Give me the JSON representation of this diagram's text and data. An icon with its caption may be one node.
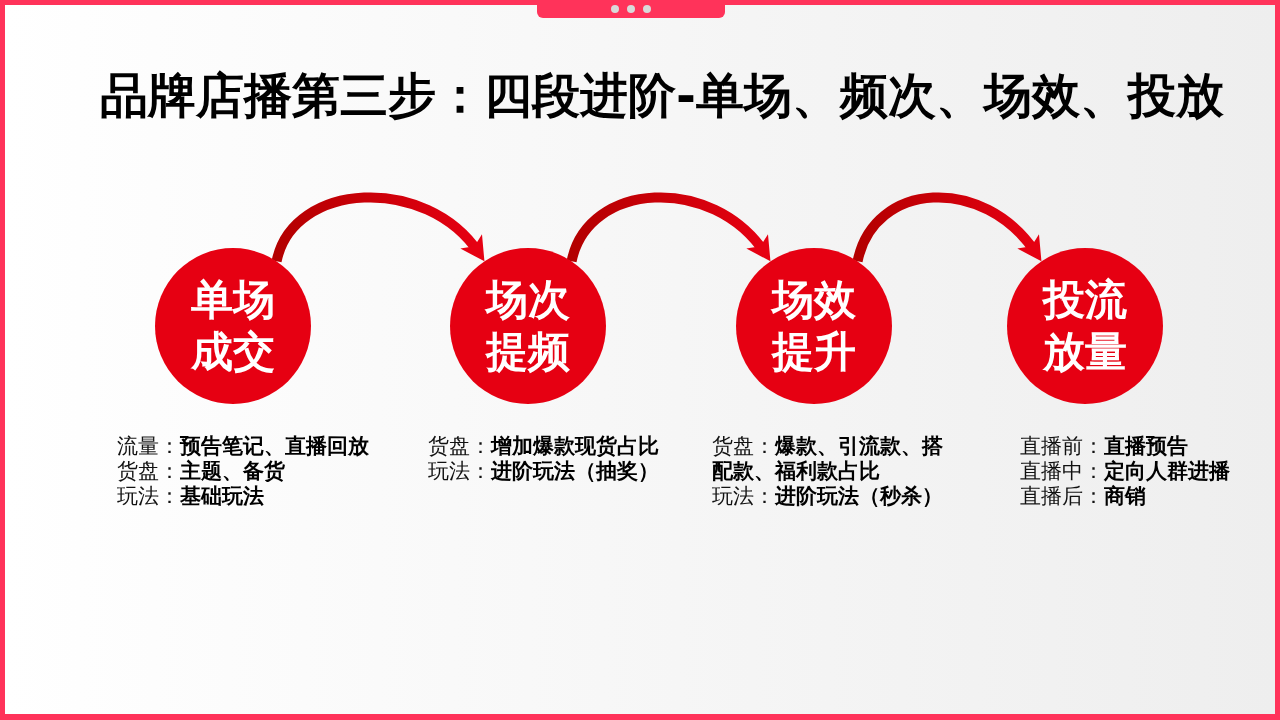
{
  "diagram": {
    "title": "品牌店播第三步：四段进阶-单场、频次、场效、投放",
    "nodes": [
      {
        "text": [
          "单场成交"
        ],
        "beside": [
          "流量：**预告笔记、直播回放**",
          "货盘：**主题、备货**",
          "玩法：**基础玩法**"
        ]
      },
      {
        "text": [
          "场次提频"
        ],
        "beside": [
          "货盘：**增加爆款现货占比**",
          "玩法：**进阶玩法（抽奖）**"
        ]
      },
      {
        "text": [
          "场效提升"
        ],
        "beside": [
          "货盘：**爆款、引流款、搭配款、福利款占比**",
          "玩法：**进阶玩法（秒杀）**"
        ]
      },
      {
        "text": [
          "投流放量"
        ],
        "beside": [
          "直播前：**直播预告**",
          "直播中：**定向人群进播**",
          "直播后：**商销**"
        ]
      }
    ],
    "edges": [
      {
        "from": 0,
        "to": 1,
        "arrow": "to"
      },
      {
        "from": 1,
        "to": 2,
        "arrow": "to"
      },
      {
        "from": 2,
        "to": 3,
        "arrow": "to"
      }
    ]
  }
}
